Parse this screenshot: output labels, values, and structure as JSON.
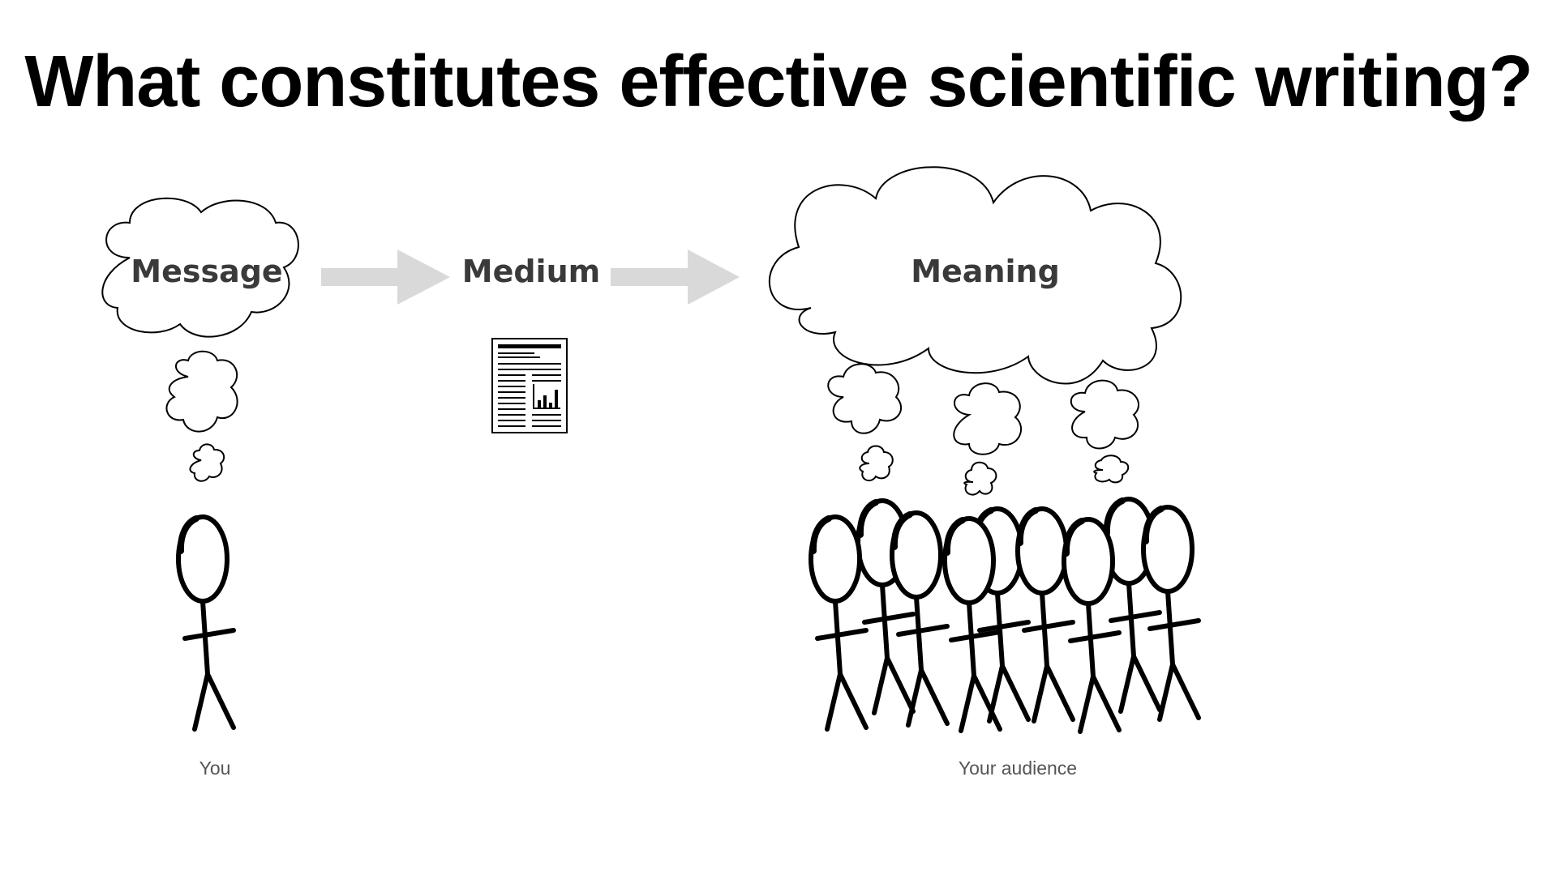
{
  "slide": {
    "title": "What constitutes effective scientific writing?",
    "nodes": {
      "message": "Message",
      "medium": "Medium",
      "meaning": "Meaning"
    },
    "captions": {
      "you": "You",
      "audience": "Your audience"
    },
    "colors": {
      "text": "#3a3a3a",
      "arrow": "#d9d9d9",
      "stroke": "#000000"
    },
    "icons": [
      "thought-cloud-icon",
      "arrow-right-icon",
      "paper-document-icon",
      "stick-figure-icon"
    ],
    "audience_count": 9
  }
}
